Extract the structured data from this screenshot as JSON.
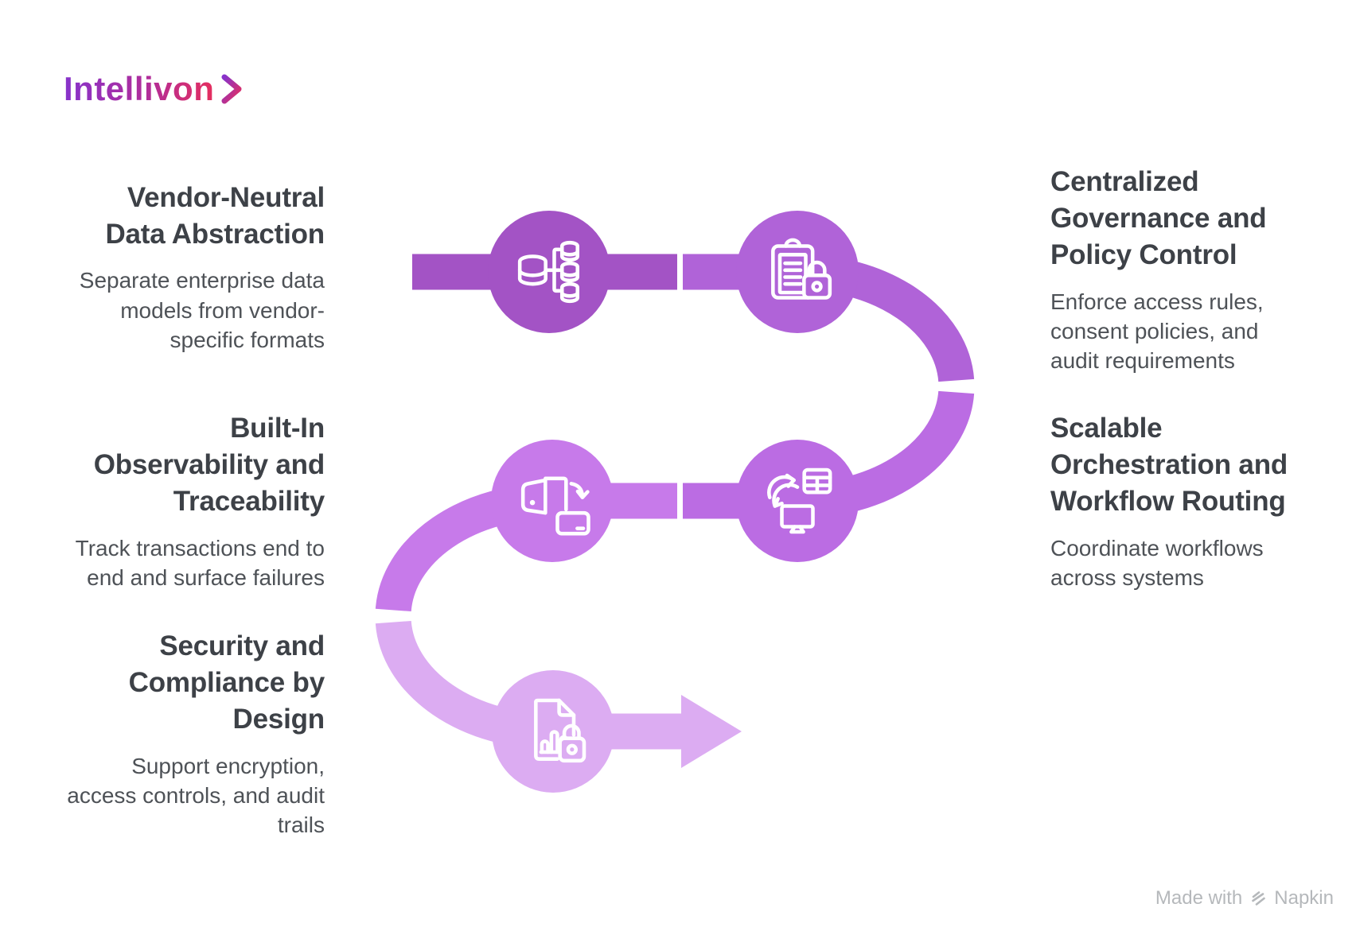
{
  "brand": {
    "name": "Intellivon",
    "gradient_start": "#8733cb",
    "gradient_end": "#e52e5e"
  },
  "colors": {
    "background": "#ffffff",
    "heading_text": "#3d4147",
    "body_text": "#4e5257",
    "footer_text": "#b5b8bb",
    "icon_stroke": "#ffffff",
    "segments": [
      "#a353c5",
      "#b063d8",
      "#bb6ce3",
      "#c77aea",
      "#dcacf2"
    ]
  },
  "steps": [
    {
      "icon": "database-branch-icon",
      "color": "#a353c5",
      "title": "Vendor-Neutral\nData Abstraction",
      "description": "Separate enterprise data\nmodels from vendor-\nspecific formats"
    },
    {
      "icon": "clipboard-lock-icon",
      "color": "#b063d8",
      "title": "Centralized\nGovernance and\nPolicy Control",
      "description": "Enforce access rules,\nconsent policies, and\naudit requirements"
    },
    {
      "icon": "system-sync-icon",
      "color": "#bb6ce3",
      "title": "Scalable\nOrchestration and\nWorkflow Routing",
      "description": "Coordinate workflows\nacross systems"
    },
    {
      "icon": "wallet-card-transfer-icon",
      "color": "#c77aea",
      "title": "Built-In\nObservability and\nTraceability",
      "description": "Track transactions end to\nend and surface failures"
    },
    {
      "icon": "document-chart-lock-icon",
      "color": "#dcacf2",
      "title": "Security and\nCompliance by\nDesign",
      "description": "Support encryption,\naccess controls, and audit\ntrails"
    }
  ],
  "footer": {
    "made_with": "Made with",
    "brand": "Napkin"
  }
}
